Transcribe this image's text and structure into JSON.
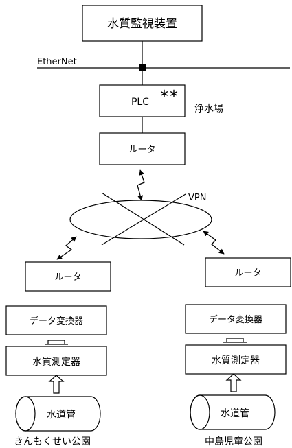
{
  "network": {
    "monitor_label": "水質監視装置",
    "ethernet_label": "EtherNet",
    "plc_label": "PLC",
    "plc_marker": "＊＊",
    "plant_label": "浄水場",
    "main_router_label": "ルータ",
    "vpn_label": "VPN"
  },
  "sites": [
    {
      "router_label": "ルータ",
      "converter_label": "データ変換器",
      "meter_label": "水質測定器",
      "pipe_label": "水道管",
      "park_label": "きんもくせい公園"
    },
    {
      "router_label": "ルータ",
      "converter_label": "データ変換器",
      "meter_label": "水質測定器",
      "pipe_label": "水道管",
      "park_label": "中島児童公園"
    }
  ]
}
